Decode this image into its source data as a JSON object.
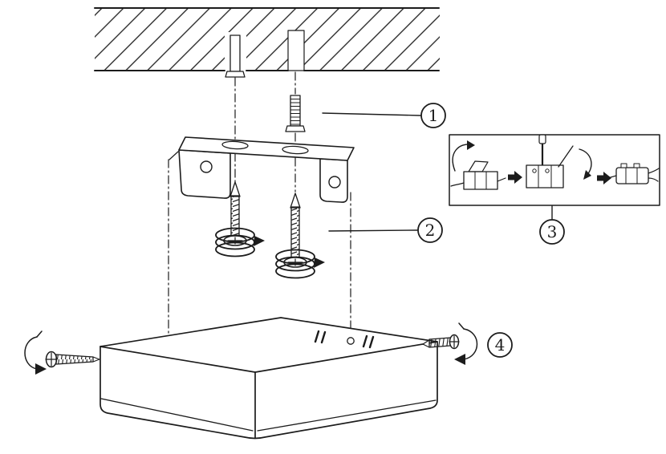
{
  "colors": {
    "ink": "#1c1c1c",
    "paper": "#ffffff"
  },
  "callouts": [
    {
      "label": "1"
    },
    {
      "label": "2"
    },
    {
      "label": "3"
    },
    {
      "label": "4"
    }
  ]
}
